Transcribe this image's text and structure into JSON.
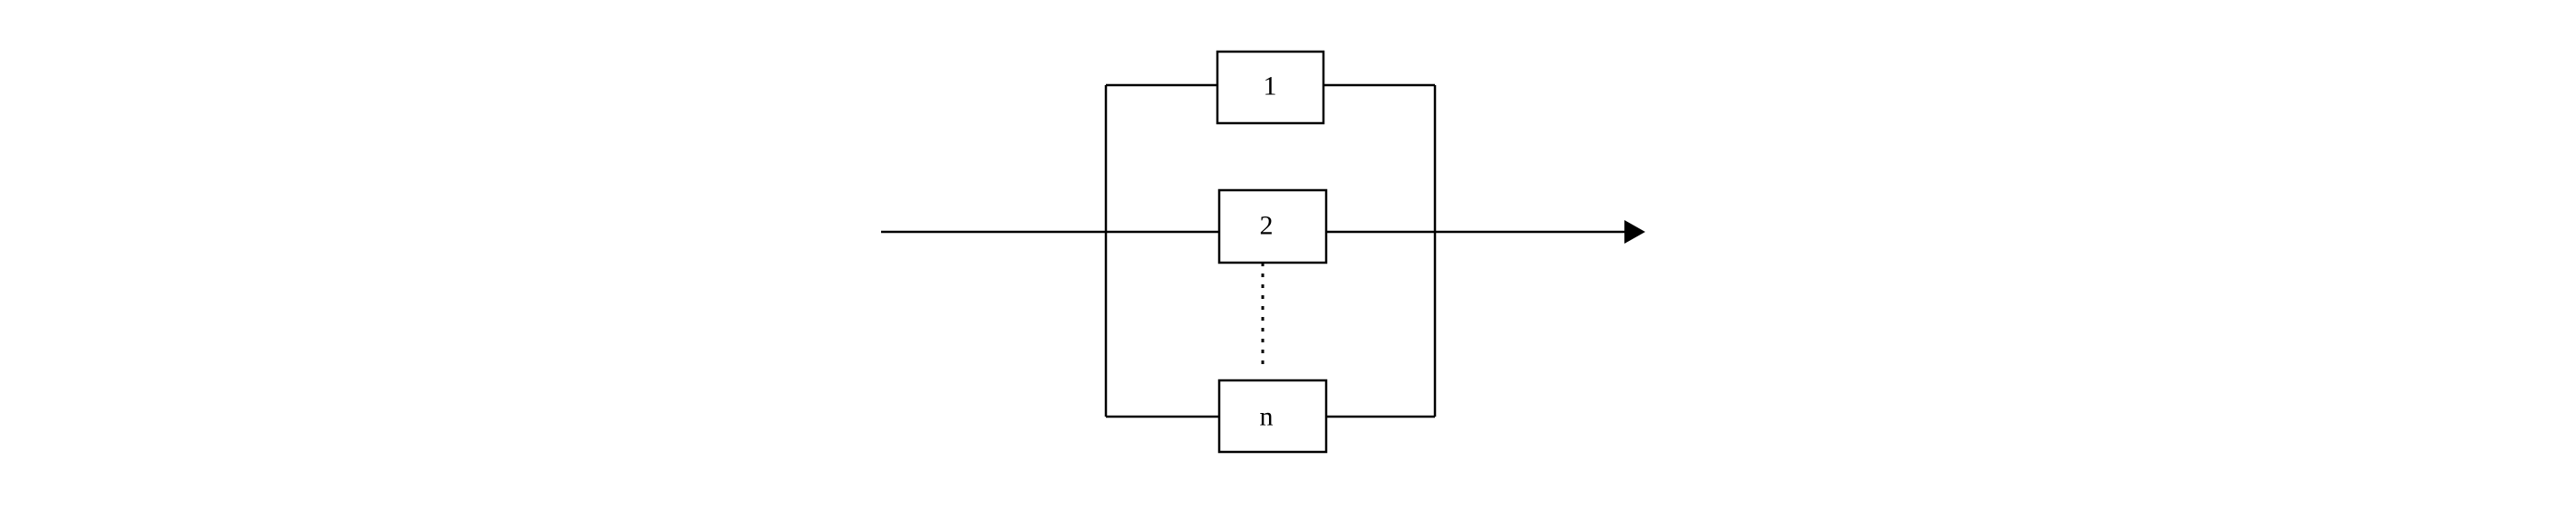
{
  "diagram": {
    "components": [
      {
        "label": "1"
      },
      {
        "label": "2"
      },
      {
        "label": "n"
      }
    ]
  }
}
